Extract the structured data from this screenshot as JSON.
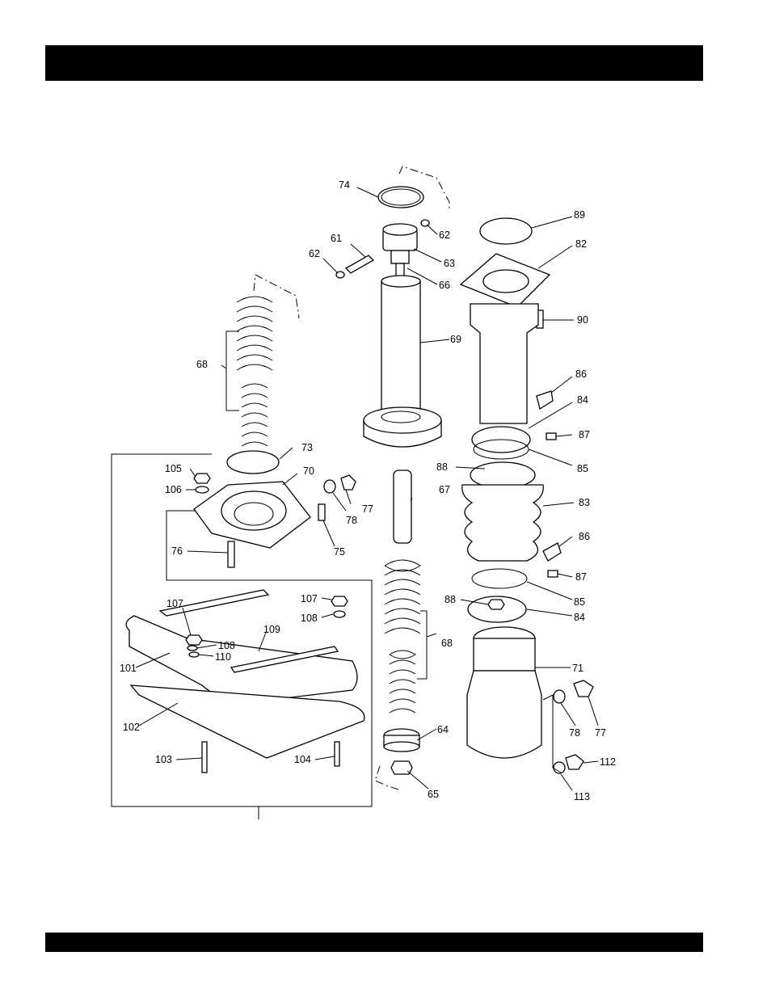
{
  "page": {
    "header_band_color": "#000000",
    "footer_band_color": "#000000"
  },
  "callouts": {
    "c61": "61",
    "c62a": "62",
    "c62b": "62",
    "c63": "63",
    "c64": "64",
    "c65": "65",
    "c66": "66",
    "c67": "67",
    "c68a": "68",
    "c68b": "68",
    "c69": "69",
    "c70": "70",
    "c71": "71",
    "c73": "73",
    "c74": "74",
    "c75": "75",
    "c76": "76",
    "c77a": "77",
    "c77b": "77",
    "c78a": "78",
    "c78b": "78",
    "c82": "82",
    "c83": "83",
    "c84a": "84",
    "c84b": "84",
    "c85a": "85",
    "c85b": "85",
    "c86a": "86",
    "c86b": "86",
    "c87a": "87",
    "c87b": "87",
    "c88a": "88",
    "c88b": "88",
    "c89": "89",
    "c90": "90",
    "c101": "101",
    "c102": "102",
    "c103": "103",
    "c104": "104",
    "c105": "105",
    "c106": "106",
    "c107a": "107",
    "c107b": "107",
    "c108a": "108",
    "c108b": "108",
    "c109": "109",
    "c110": "110",
    "c112": "112",
    "c113": "113"
  }
}
